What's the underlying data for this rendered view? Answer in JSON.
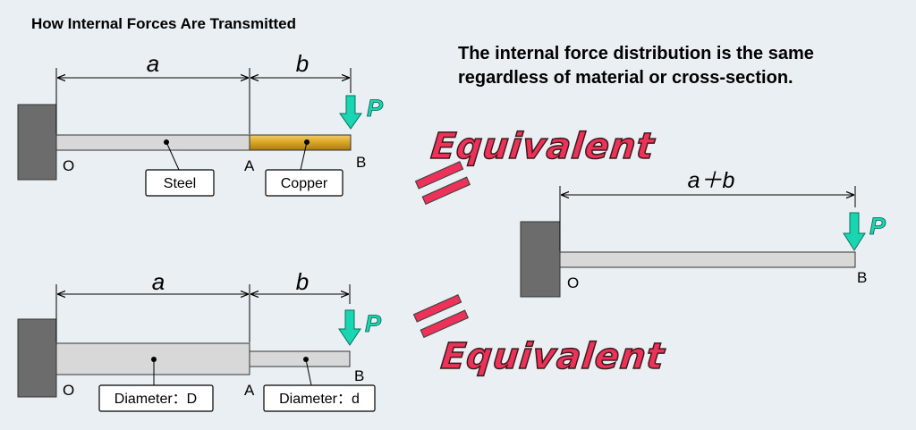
{
  "title": "How Internal Forces Are Transmitted",
  "note": {
    "line1": "The internal force distribution is the same",
    "line2": "regardless of material or cross-section."
  },
  "equivalent_label": "Equivalent",
  "load_label": "P",
  "colors": {
    "background": "#e9eff2",
    "wall": "#6c6c6c",
    "steel_bar": "#d8d8d8",
    "copper_bar": "#d9a520",
    "load_arrow": "#19d6b3",
    "equivalent_text": "#ee3158"
  },
  "top_beam": {
    "dim_a": "a",
    "dim_b": "b",
    "point_o": "O",
    "point_a": "A",
    "point_b": "B",
    "material_1": "Steel",
    "material_2": "Copper"
  },
  "bottom_beam": {
    "dim_a": "a",
    "dim_b": "b",
    "point_o": "O",
    "point_a": "A",
    "point_b": "B",
    "section_1": "Diameter：D",
    "section_2": "Diameter：d"
  },
  "result_beam": {
    "dim_total": "a＋b",
    "point_o": "O",
    "point_b": "B"
  }
}
